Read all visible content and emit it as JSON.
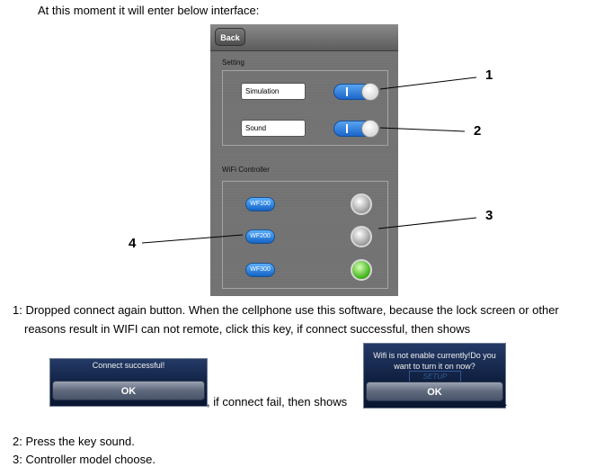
{
  "intro": "At this moment it will enter below interface:",
  "phone": {
    "back_label": "Back",
    "setting_label": "Setting",
    "simulation_label": "Simulation",
    "sound_label": "Sound",
    "wifi_label": "WiFi Controller",
    "controllers": [
      {
        "label": "WF100",
        "status": "off"
      },
      {
        "label": "WF200",
        "status": "off"
      },
      {
        "label": "WF300",
        "status": "on"
      }
    ]
  },
  "callouts": {
    "n1": "1",
    "n2": "2",
    "n3": "3",
    "n4": "4"
  },
  "desc1_line1": "1: Dropped connect again button. When the cellphone use this software, because the lock screen or other",
  "desc1_line2": "reasons result in WIFI can not remote, click this key, if connect successful, then shows",
  "dialog_success": {
    "message": "Connect successful!",
    "ok": "OK"
  },
  "middle_text": ", if connect fail, then shows",
  "dialog_fail": {
    "line1": "Wifi is not enable currently!Do you",
    "line2": "want to turn it on now?",
    "ok": "OK",
    "watermark": "SETUP"
  },
  "end_dot": ".",
  "item2": "2: Press the key sound.",
  "item3": "3: Controller model choose.",
  "colors": {
    "toggle_on": "#2a7ae0",
    "led_on": "#46b61e",
    "dialog_bg": "#1a2d52"
  }
}
